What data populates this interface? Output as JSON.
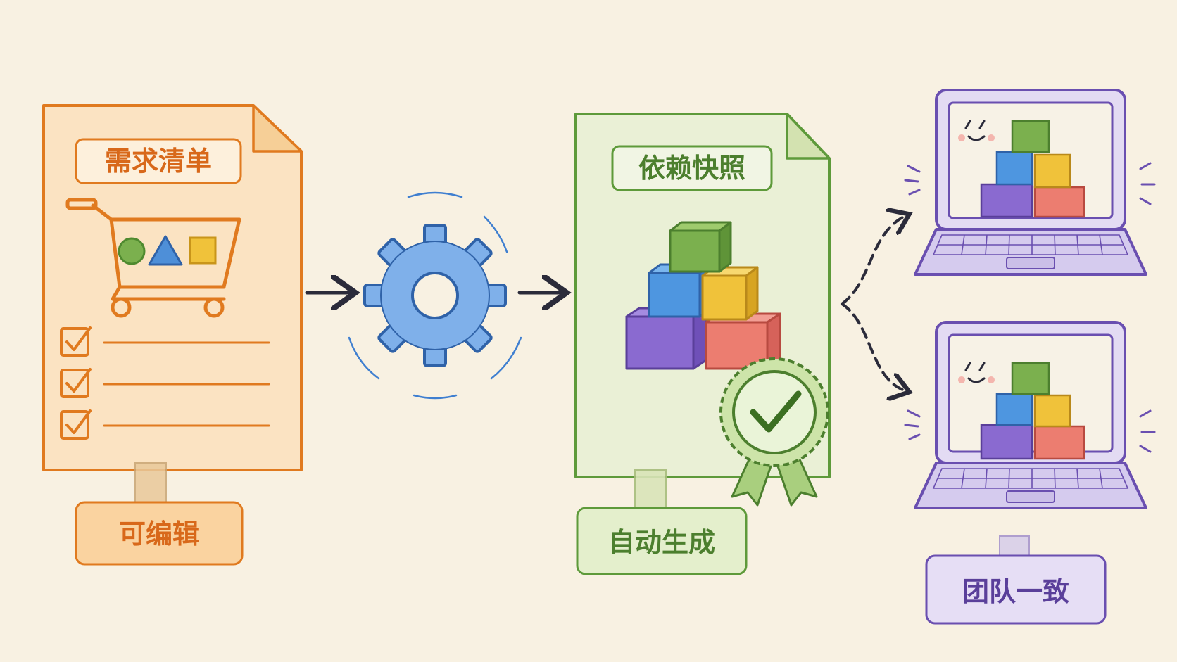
{
  "labels": {
    "requirements_title": "需求清单",
    "editable_tag": "可编辑",
    "snapshot_title": "依赖快照",
    "auto_tag": "自动生成",
    "team_tag": "团队一致"
  },
  "icons": {
    "cart": "shopping-cart-icon",
    "gear": "gear-icon",
    "blocks": "stacked-blocks-icon",
    "seal": "approved-seal-icon",
    "laptop": "laptop-icon",
    "checkbox": "checked-box-icon",
    "arrow": "right-arrow-icon"
  },
  "colors": {
    "background": "#f8f1e2",
    "orange": "#e07a1f",
    "orange_fill": "#fbe3c2",
    "blue": "#3f7fd0",
    "blue_fill": "#7fb0ea",
    "green": "#5e9a3a",
    "green_fill": "#eaf0d6",
    "purple": "#6a4fb0",
    "purple_fill": "#e3dbf3",
    "dark": "#2b2b3a",
    "yellow": "#f0c23a",
    "red": "#e8665a"
  }
}
